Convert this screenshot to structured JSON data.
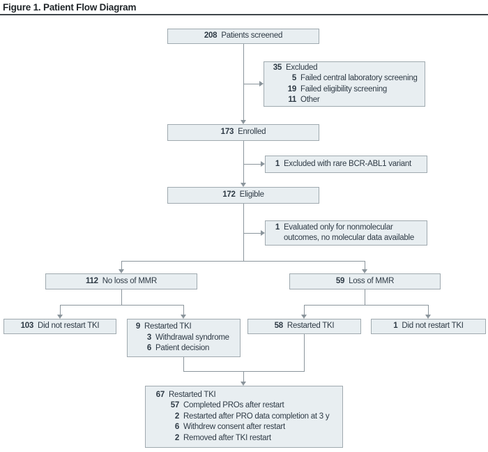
{
  "figure_title": "Figure 1. Patient Flow Diagram",
  "colors": {
    "box_fill": "#e8eef1",
    "box_border": "#9fa9af",
    "connector_line": "#8b959c",
    "text": "#2e3a45",
    "title_text": "#1f2428"
  },
  "boxes": {
    "screened": {
      "num": "208",
      "label": "Patients screened"
    },
    "excluded_screening": {
      "lines": [
        {
          "num": "35",
          "label": "Excluded"
        },
        {
          "num": "5",
          "label": "Failed central laboratory screening"
        },
        {
          "num": "19",
          "label": "Failed eligibility screening"
        },
        {
          "num": "11",
          "label": "Other"
        }
      ]
    },
    "enrolled": {
      "num": "173",
      "label": "Enrolled"
    },
    "excluded_variant": {
      "num": "1",
      "label": "Excluded with rare BCR-ABL1 variant"
    },
    "eligible": {
      "num": "172",
      "label": "Eligible"
    },
    "evaluated_only": {
      "num": "1",
      "label": "Evaluated only for nonmolecular outcomes, no molecular data available"
    },
    "no_loss_mmr": {
      "num": "112",
      "label": "No loss of MMR"
    },
    "loss_mmr": {
      "num": "59",
      "label": "Loss of MMR"
    },
    "did_not_restart_103": {
      "num": "103",
      "label": "Did not restart TKI"
    },
    "restarted_9": {
      "lines": [
        {
          "num": "9",
          "label": "Restarted TKI"
        },
        {
          "num": "3",
          "label": "Withdrawal syndrome"
        },
        {
          "num": "6",
          "label": "Patient decision"
        }
      ]
    },
    "restarted_58": {
      "num": "58",
      "label": "Restarted TKI"
    },
    "did_not_restart_1": {
      "num": "1",
      "label": "Did not restart TKI"
    },
    "restarted_67": {
      "lines": [
        {
          "num": "67",
          "label": "Restarted TKI"
        },
        {
          "num": "57",
          "label": "Completed PROs after restart"
        },
        {
          "num": "2",
          "label": "Restarted after PRO data completion at 3 y"
        },
        {
          "num": "6",
          "label": "Withdrew consent after restart"
        },
        {
          "num": "2",
          "label": "Removed after TKI restart"
        }
      ]
    }
  }
}
